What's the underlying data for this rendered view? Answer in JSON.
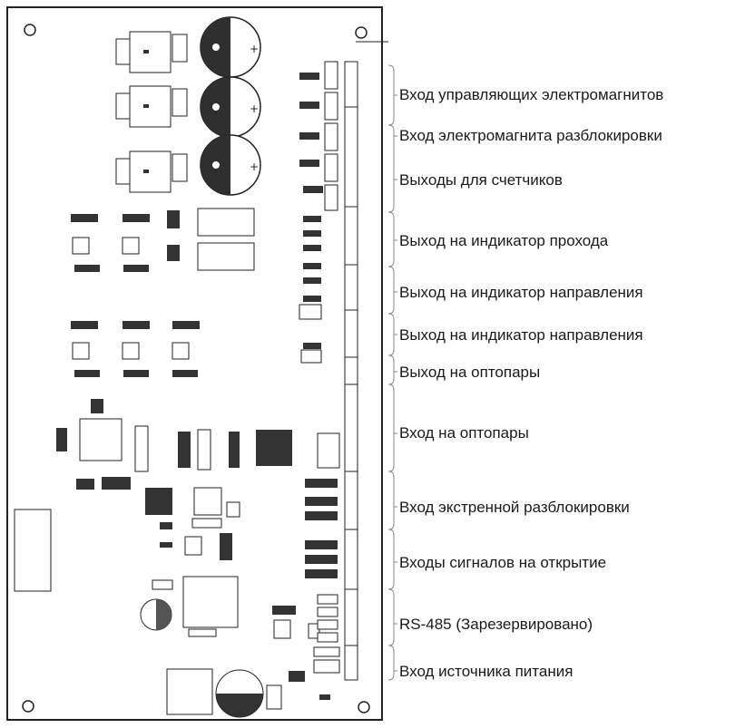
{
  "labels": [
    "Вход управляющих электромагнитов",
    "Вход электромагнита разблокировки",
    "Выходы для счетчиков",
    "Выход на индикатор прохода",
    "Выход на индикатор направления",
    "Выход на индикатор направления",
    "Выход на оптопары",
    "Вход на оптопары",
    "Вход экстренной разблокировки",
    "Входы сигналов на открытие",
    "RS-485 (Зарезервировано)",
    "Вход источника питания"
  ],
  "colors": {
    "line": "#222222",
    "chip": "#333333",
    "bracket": "#8a8a8a",
    "text": "#1a1a1a"
  }
}
